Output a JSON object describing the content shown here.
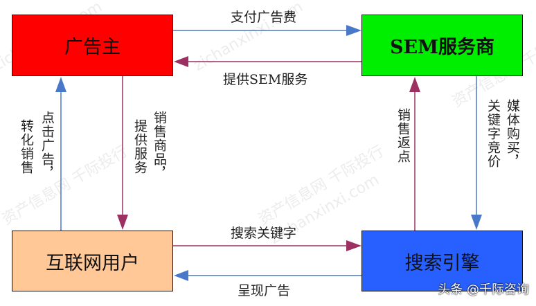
{
  "nodes": {
    "advertiser": {
      "label": "广告主",
      "color": "#ff0000"
    },
    "sem": {
      "label": "SEM服务商",
      "color": "#00ee00"
    },
    "users": {
      "label": "互联网用户",
      "color": "#ffc896"
    },
    "search_engine": {
      "label": "搜索引擎",
      "color": "#2860ff"
    }
  },
  "edges": {
    "pay_fee": {
      "label": "支付广告费",
      "color": "#4a78c8"
    },
    "provide_sem": {
      "label": "提供SEM服务",
      "color": "#9c3060"
    },
    "click_ad": {
      "label": "点击广告，",
      "color": "#4a78c8"
    },
    "convert_sales": {
      "label": "转化销售"
    },
    "sell_goods": {
      "label": "销售商品，",
      "color": "#9c3060"
    },
    "provide_service": {
      "label": "提供服务"
    },
    "sales_rebate": {
      "label": "销售返点",
      "color": "#9c3060"
    },
    "media_buy": {
      "label": "媒体购买，",
      "color": "#4a78c8"
    },
    "keyword_bid": {
      "label": "关键字竞价"
    },
    "search_keyword": {
      "label": "搜索关键字",
      "color": "#9c3060"
    },
    "show_ad": {
      "label": "呈现广告",
      "color": "#4a78c8"
    }
  },
  "watermark": {
    "text1": "资产信息网 千际投行",
    "text2": "zichanxinxi.com"
  },
  "credit": "头条 @千际咨询"
}
